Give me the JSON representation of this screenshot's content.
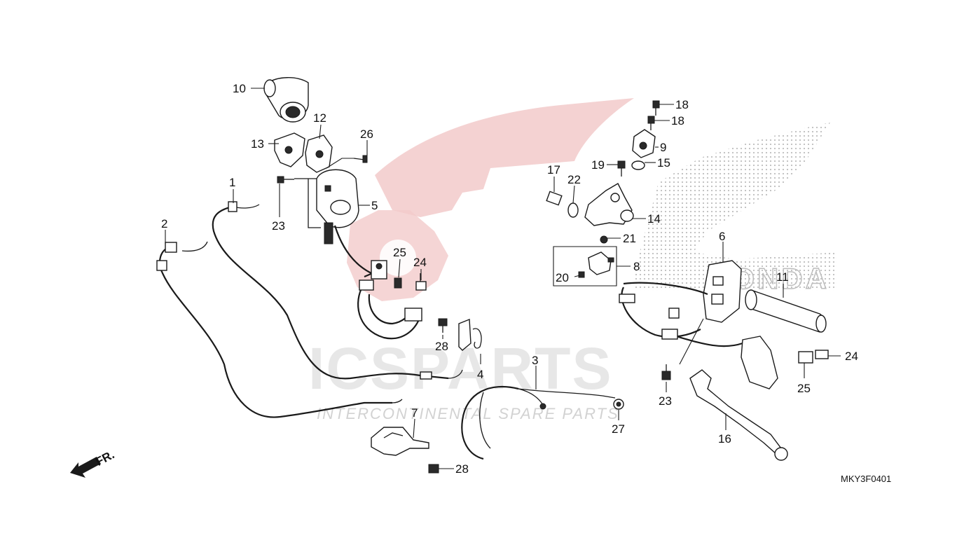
{
  "diagram": {
    "code": "MKY3F0401",
    "direction_label": "FR.",
    "colors": {
      "line": "#1a1a1a",
      "watermark_red": "#e8a3a3",
      "watermark_grey": "#c9c9c9",
      "background": "#ffffff"
    },
    "watermark": {
      "brand": "ICSPARTS",
      "tagline": "INTERCONTINENTAL SPARE PARTS",
      "logo_word": "HONDA"
    },
    "callouts": [
      {
        "id": "c10",
        "label": "10"
      },
      {
        "id": "c12",
        "label": "12"
      },
      {
        "id": "c13",
        "label": "13"
      },
      {
        "id": "c26",
        "label": "26"
      },
      {
        "id": "c1",
        "label": "1"
      },
      {
        "id": "c2",
        "label": "2"
      },
      {
        "id": "c23a",
        "label": "23"
      },
      {
        "id": "c5",
        "label": "5"
      },
      {
        "id": "c25a",
        "label": "25"
      },
      {
        "id": "c24a",
        "label": "24"
      },
      {
        "id": "c28a",
        "label": "28"
      },
      {
        "id": "c4",
        "label": "4"
      },
      {
        "id": "c3",
        "label": "3"
      },
      {
        "id": "c7",
        "label": "7"
      },
      {
        "id": "c28b",
        "label": "28"
      },
      {
        "id": "c27",
        "label": "27"
      },
      {
        "id": "c17",
        "label": "17"
      },
      {
        "id": "c22",
        "label": "22"
      },
      {
        "id": "c19",
        "label": "19"
      },
      {
        "id": "c18a",
        "label": "18"
      },
      {
        "id": "c18b",
        "label": "18"
      },
      {
        "id": "c9",
        "label": "9"
      },
      {
        "id": "c15",
        "label": "15"
      },
      {
        "id": "c14",
        "label": "14"
      },
      {
        "id": "c21",
        "label": "21"
      },
      {
        "id": "c8",
        "label": "8"
      },
      {
        "id": "c20",
        "label": "20"
      },
      {
        "id": "c6",
        "label": "6"
      },
      {
        "id": "c11",
        "label": "11"
      },
      {
        "id": "c24b",
        "label": "24"
      },
      {
        "id": "c25b",
        "label": "25"
      },
      {
        "id": "c23b",
        "label": "23"
      },
      {
        "id": "c16",
        "label": "16"
      }
    ]
  }
}
